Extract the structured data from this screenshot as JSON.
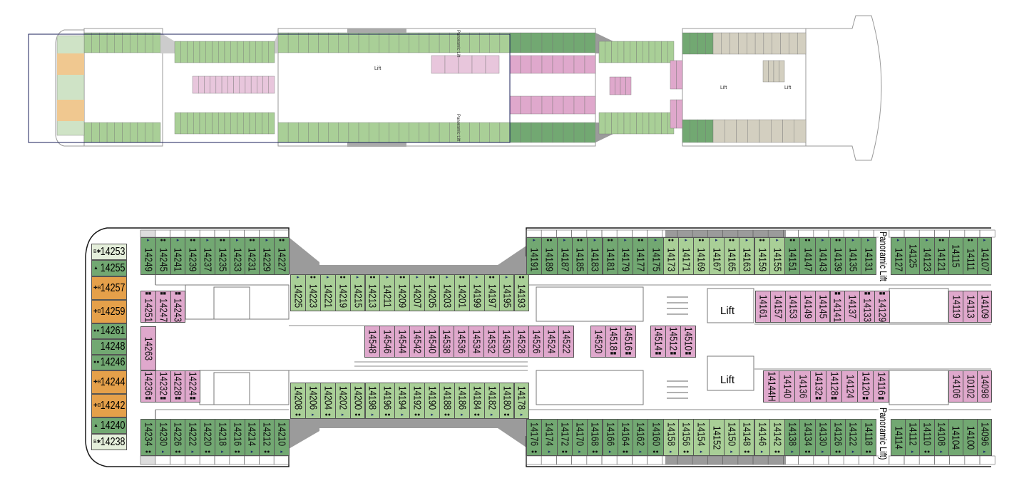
{
  "colors": {
    "dark": "#72a872",
    "light": "#a9cf97",
    "pink": "#dfa8cc",
    "orange": "#e5a04a",
    "pale": "#e5efdb",
    "gray": "#9b9b9b",
    "tan": "#d3cfc0",
    "outline": "#1a1a1a",
    "viewport": "#1a1f5a"
  },
  "labels": {
    "lift": "Lift",
    "panoramic_lift": "Panoramic Lift",
    "panoramic_lift_2": "Panoramic Lift)"
  },
  "overview": {
    "lift_1": "Lift",
    "lift_2": "Lift",
    "lift_3": "Lift",
    "panoramic_1": "Panoramic Lift",
    "panoramic_2": "Panoramic Lift"
  },
  "bow_cabins": [
    {
      "n": "14253",
      "c": "pale",
      "m": "B✱"
    },
    {
      "n": "14255",
      "c": "dark",
      "m": "▲"
    },
    {
      "n": "14257",
      "c": "orange",
      "m": "✚B"
    },
    {
      "n": "14259",
      "c": "orange",
      "m": "✚B"
    },
    {
      "n": "14261",
      "c": "dark",
      "m": "●●"
    },
    {
      "n": "14248",
      "c": "dark",
      "m": ""
    },
    {
      "n": "14246",
      "c": "dark",
      "m": "●●"
    },
    {
      "n": "14244",
      "c": "orange",
      "m": "✚B"
    },
    {
      "n": "14242",
      "c": "orange",
      "m": "✚B"
    },
    {
      "n": "14240",
      "c": "dark",
      "m": "▲"
    },
    {
      "n": "14238",
      "c": "pale",
      "m": "B✱"
    }
  ],
  "rows": {
    "a_top": [
      {
        "n": "14249",
        "c": "dark",
        "m": "tri"
      },
      {
        "n": "14245",
        "c": "dark",
        "m": "dots"
      },
      {
        "n": "14241",
        "c": "dark",
        "m": "tri"
      },
      {
        "n": "14239",
        "c": "dark",
        "m": "dots"
      },
      {
        "n": "14237",
        "c": "dark",
        "m": "tri"
      },
      {
        "n": "14235",
        "c": "dark",
        "m": "dots"
      },
      {
        "n": "14233",
        "c": "dark",
        "m": "tri"
      },
      {
        "n": "14231",
        "c": "dark",
        "m": "dots"
      },
      {
        "n": "14229",
        "c": "dark",
        "m": "tri"
      },
      {
        "n": "14227",
        "c": "dark",
        "m": "dots"
      }
    ],
    "a_pink_top": [
      {
        "n": "14251",
        "c": "pink",
        "m": "sq"
      },
      {
        "n": "14247",
        "c": "pink",
        "m": "sq"
      },
      {
        "n": "14243",
        "c": "pink",
        "m": "sq"
      }
    ],
    "a_single": [
      {
        "n": "14263",
        "c": "pink",
        "m": ""
      }
    ],
    "a_pink_bot": [
      {
        "n": "14236",
        "c": "pink",
        "m": "sq"
      },
      {
        "n": "14232",
        "c": "pink",
        "m": "sq"
      },
      {
        "n": "14228",
        "c": "pink",
        "m": "sq"
      },
      {
        "n": "14224",
        "c": "pink",
        "m": "sq"
      }
    ],
    "a_bot": [
      {
        "n": "14234",
        "c": "dark",
        "m": "dots"
      },
      {
        "n": "14230",
        "c": "dark",
        "m": "tri"
      },
      {
        "n": "14226",
        "c": "dark",
        "m": "dots"
      },
      {
        "n": "14222",
        "c": "dark",
        "m": "tri"
      },
      {
        "n": "14220",
        "c": "dark",
        "m": "dots"
      },
      {
        "n": "14218",
        "c": "dark",
        "m": "tri"
      },
      {
        "n": "14216",
        "c": "dark",
        "m": "dots"
      },
      {
        "n": "14214",
        "c": "dark",
        "m": "tri"
      },
      {
        "n": "14212",
        "c": "dark",
        "m": "dots"
      },
      {
        "n": "14210",
        "c": "dark",
        "m": "tri"
      }
    ],
    "b_top": [
      {
        "n": "14225",
        "c": "light",
        "m": "tri"
      },
      {
        "n": "14223",
        "c": "light",
        "m": "dots"
      },
      {
        "n": "14221",
        "c": "light",
        "m": "tri"
      },
      {
        "n": "14219",
        "c": "light",
        "m": "dots"
      },
      {
        "n": "14215",
        "c": "light",
        "m": "tri"
      },
      {
        "n": "14213",
        "c": "light",
        "m": "dots"
      },
      {
        "n": "14211",
        "c": "light",
        "m": "tri"
      },
      {
        "n": "14209",
        "c": "light",
        "m": "dots"
      },
      {
        "n": "14207",
        "c": "light",
        "m": "tri"
      },
      {
        "n": "14205",
        "c": "light",
        "m": "dots"
      },
      {
        "n": "14203",
        "c": "light",
        "m": "tri"
      },
      {
        "n": "14201",
        "c": "light",
        "m": "dots"
      },
      {
        "n": "14199",
        "c": "light",
        "m": "tri"
      },
      {
        "n": "14197",
        "c": "light",
        "m": "dots"
      },
      {
        "n": "14195",
        "c": "light",
        "m": "tri"
      },
      {
        "n": "14193",
        "c": "light",
        "m": "dots"
      }
    ],
    "b_mid": [
      {
        "n": "14548",
        "c": "pink",
        "m": ""
      },
      {
        "n": "14546",
        "c": "pink",
        "m": ""
      },
      {
        "n": "14544",
        "c": "pink",
        "m": ""
      },
      {
        "n": "14542",
        "c": "pink",
        "m": ""
      },
      {
        "n": "14540",
        "c": "pink",
        "m": ""
      },
      {
        "n": "14538",
        "c": "pink",
        "m": ""
      },
      {
        "n": "14536",
        "c": "pink",
        "m": ""
      },
      {
        "n": "14534",
        "c": "pink",
        "m": ""
      },
      {
        "n": "14532",
        "c": "pink",
        "m": ""
      },
      {
        "n": "14530",
        "c": "pink",
        "m": ""
      },
      {
        "n": "14528",
        "c": "pink",
        "m": ""
      },
      {
        "n": "14526",
        "c": "pink",
        "m": ""
      },
      {
        "n": "14524",
        "c": "pink",
        "m": ""
      },
      {
        "n": "14522",
        "c": "pink",
        "m": ""
      }
    ],
    "c_mid_1": [
      {
        "n": "14520",
        "c": "pink",
        "m": ""
      },
      {
        "n": "14518",
        "c": "pink",
        "m": "sq"
      },
      {
        "n": "14516",
        "c": "pink",
        "m": "sq"
      }
    ],
    "c_mid_2": [
      {
        "n": "14514",
        "c": "pink",
        "m": "sq"
      },
      {
        "n": "14512",
        "c": "pink",
        "m": "sq"
      },
      {
        "n": "14510",
        "c": "pink",
        "m": "sq"
      }
    ],
    "b_bot": [
      {
        "n": "14208",
        "c": "light",
        "m": "dots"
      },
      {
        "n": "14206",
        "c": "light",
        "m": "tri"
      },
      {
        "n": "14204",
        "c": "light",
        "m": "dots"
      },
      {
        "n": "14202",
        "c": "light",
        "m": "tri"
      },
      {
        "n": "14200",
        "c": "light",
        "m": "dots"
      },
      {
        "n": "14198",
        "c": "light",
        "m": "tri"
      },
      {
        "n": "14196",
        "c": "light",
        "m": "dots"
      },
      {
        "n": "14194",
        "c": "light",
        "m": "tri"
      },
      {
        "n": "14192",
        "c": "light",
        "m": "dots"
      },
      {
        "n": "14190",
        "c": "light",
        "m": "tri"
      },
      {
        "n": "14188",
        "c": "light",
        "m": "dots"
      },
      {
        "n": "14186",
        "c": "light",
        "m": "tri"
      },
      {
        "n": "14184",
        "c": "light",
        "m": "dots"
      },
      {
        "n": "14182",
        "c": "light",
        "m": "tri"
      },
      {
        "n": "14180",
        "c": "light",
        "m": "dots"
      },
      {
        "n": "14178",
        "c": "light",
        "m": "tri"
      }
    ],
    "c_top": [
      {
        "n": "14191",
        "c": "dark",
        "m": "tri"
      },
      {
        "n": "14189",
        "c": "dark",
        "m": "dots"
      },
      {
        "n": "14187",
        "c": "dark",
        "m": "tri"
      },
      {
        "n": "14185",
        "c": "dark",
        "m": "dots"
      },
      {
        "n": "14183",
        "c": "dark",
        "m": "tri"
      },
      {
        "n": "14181",
        "c": "dark",
        "m": "dots"
      },
      {
        "n": "14179",
        "c": "dark",
        "m": "tri"
      },
      {
        "n": "14177",
        "c": "dark",
        "m": "dots"
      },
      {
        "n": "14175",
        "c": "dark",
        "m": "tri"
      },
      {
        "n": "14173",
        "c": "light",
        "m": "dots"
      },
      {
        "n": "14171",
        "c": "light",
        "m": "tri"
      },
      {
        "n": "14169",
        "c": "light",
        "m": "dots"
      },
      {
        "n": "14167",
        "c": "light",
        "m": "tri"
      },
      {
        "n": "14165",
        "c": "light",
        "m": "dots"
      },
      {
        "n": "14163",
        "c": "light",
        "m": "tri"
      },
      {
        "n": "14159",
        "c": "light",
        "m": "dots"
      },
      {
        "n": "14155",
        "c": "light",
        "m": "tri"
      },
      {
        "n": "14151",
        "c": "dark",
        "m": "dots"
      },
      {
        "n": "14147",
        "c": "dark",
        "m": "dots"
      },
      {
        "n": "14143",
        "c": "dark",
        "m": "tri"
      },
      {
        "n": "14139",
        "c": "dark",
        "m": "dots"
      },
      {
        "n": "14135",
        "c": "dark",
        "m": "tri"
      },
      {
        "n": "14131",
        "c": "dark",
        "m": "tri"
      }
    ],
    "c_top_2": [
      {
        "n": "14127",
        "c": "dark",
        "m": "tri"
      },
      {
        "n": "14125",
        "c": "dark",
        "m": ""
      },
      {
        "n": "14123",
        "c": "dark",
        "m": "tri"
      },
      {
        "n": "14121",
        "c": "dark",
        "m": "dots"
      },
      {
        "n": "14115",
        "c": "dark",
        "m": ""
      },
      {
        "n": "14111",
        "c": "dark",
        "m": "dots"
      },
      {
        "n": "14107",
        "c": "dark",
        "m": "tri"
      }
    ],
    "c_pink_top": [
      {
        "n": "14161",
        "c": "pink",
        "m": ""
      },
      {
        "n": "14157",
        "c": "pink",
        "m": ""
      },
      {
        "n": "14153",
        "c": "pink",
        "m": ""
      },
      {
        "n": "14149",
        "c": "pink",
        "m": ""
      },
      {
        "n": "14145",
        "c": "pink",
        "m": ""
      },
      {
        "n": "14141",
        "c": "pink",
        "m": "sq"
      },
      {
        "n": "14137",
        "c": "pink",
        "m": ""
      },
      {
        "n": "14133",
        "c": "pink",
        "m": "sq"
      },
      {
        "n": "14129",
        "c": "pink",
        "m": "sq"
      }
    ],
    "c_pink_top_2": [
      {
        "n": "14119",
        "c": "pink",
        "m": ""
      },
      {
        "n": "14113",
        "c": "pink",
        "m": ""
      },
      {
        "n": "14109",
        "c": "pink",
        "m": ""
      }
    ],
    "c_pink_bot": [
      {
        "n": "14144H",
        "c": "pink",
        "m": ""
      },
      {
        "n": "14140",
        "c": "pink",
        "m": ""
      },
      {
        "n": "14136",
        "c": "pink",
        "m": ""
      },
      {
        "n": "14132",
        "c": "pink",
        "m": "sq"
      },
      {
        "n": "14128",
        "c": "pink",
        "m": "sq"
      },
      {
        "n": "14124",
        "c": "pink",
        "m": ""
      },
      {
        "n": "14120",
        "c": "pink",
        "m": "sq"
      },
      {
        "n": "14116",
        "c": "pink",
        "m": "sq"
      }
    ],
    "c_pink_bot_2": [
      {
        "n": "14106",
        "c": "pink",
        "m": ""
      },
      {
        "n": "10102",
        "c": "pink",
        "m": ""
      },
      {
        "n": "14098",
        "c": "pink",
        "m": ""
      }
    ],
    "c_bot": [
      {
        "n": "14176",
        "c": "dark",
        "m": "dots"
      },
      {
        "n": "14174",
        "c": "dark",
        "m": "tri"
      },
      {
        "n": "14172",
        "c": "dark",
        "m": "dots"
      },
      {
        "n": "14170",
        "c": "dark",
        "m": "tri"
      },
      {
        "n": "14168",
        "c": "dark",
        "m": "dots"
      },
      {
        "n": "14166",
        "c": "dark",
        "m": "tri"
      },
      {
        "n": "14164",
        "c": "dark",
        "m": "dots"
      },
      {
        "n": "14162",
        "c": "dark",
        "m": "tri"
      },
      {
        "n": "14160",
        "c": "dark",
        "m": "dots"
      },
      {
        "n": "14158",
        "c": "light",
        "m": "tri"
      },
      {
        "n": "14156",
        "c": "light",
        "m": "dots"
      },
      {
        "n": "14154",
        "c": "light",
        "m": "tri"
      },
      {
        "n": "14152",
        "c": "light",
        "m": ""
      },
      {
        "n": "14150",
        "c": "light",
        "m": "tri"
      },
      {
        "n": "14148",
        "c": "light",
        "m": "dots"
      },
      {
        "n": "14146",
        "c": "light",
        "m": "tri"
      },
      {
        "n": "14142",
        "c": "light",
        "m": "dots"
      },
      {
        "n": "14138",
        "c": "dark",
        "m": "tri"
      },
      {
        "n": "14134",
        "c": "dark",
        "m": "dots"
      },
      {
        "n": "14130",
        "c": "dark",
        "m": "tri"
      },
      {
        "n": "14126",
        "c": "dark",
        "m": "dots"
      },
      {
        "n": "14122",
        "c": "dark",
        "m": "tri"
      },
      {
        "n": "14118",
        "c": "dark",
        "m": "dots"
      }
    ],
    "c_bot_2": [
      {
        "n": "14114",
        "c": "dark",
        "m": ""
      },
      {
        "n": "14112",
        "c": "dark",
        "m": "tri"
      },
      {
        "n": "14110",
        "c": "dark",
        "m": "dots"
      },
      {
        "n": "14108",
        "c": "dark",
        "m": "tri"
      },
      {
        "n": "14104",
        "c": "dark",
        "m": ""
      },
      {
        "n": "14100",
        "c": "dark",
        "m": ""
      },
      {
        "n": "14096",
        "c": "dark",
        "m": "tri"
      }
    ]
  }
}
